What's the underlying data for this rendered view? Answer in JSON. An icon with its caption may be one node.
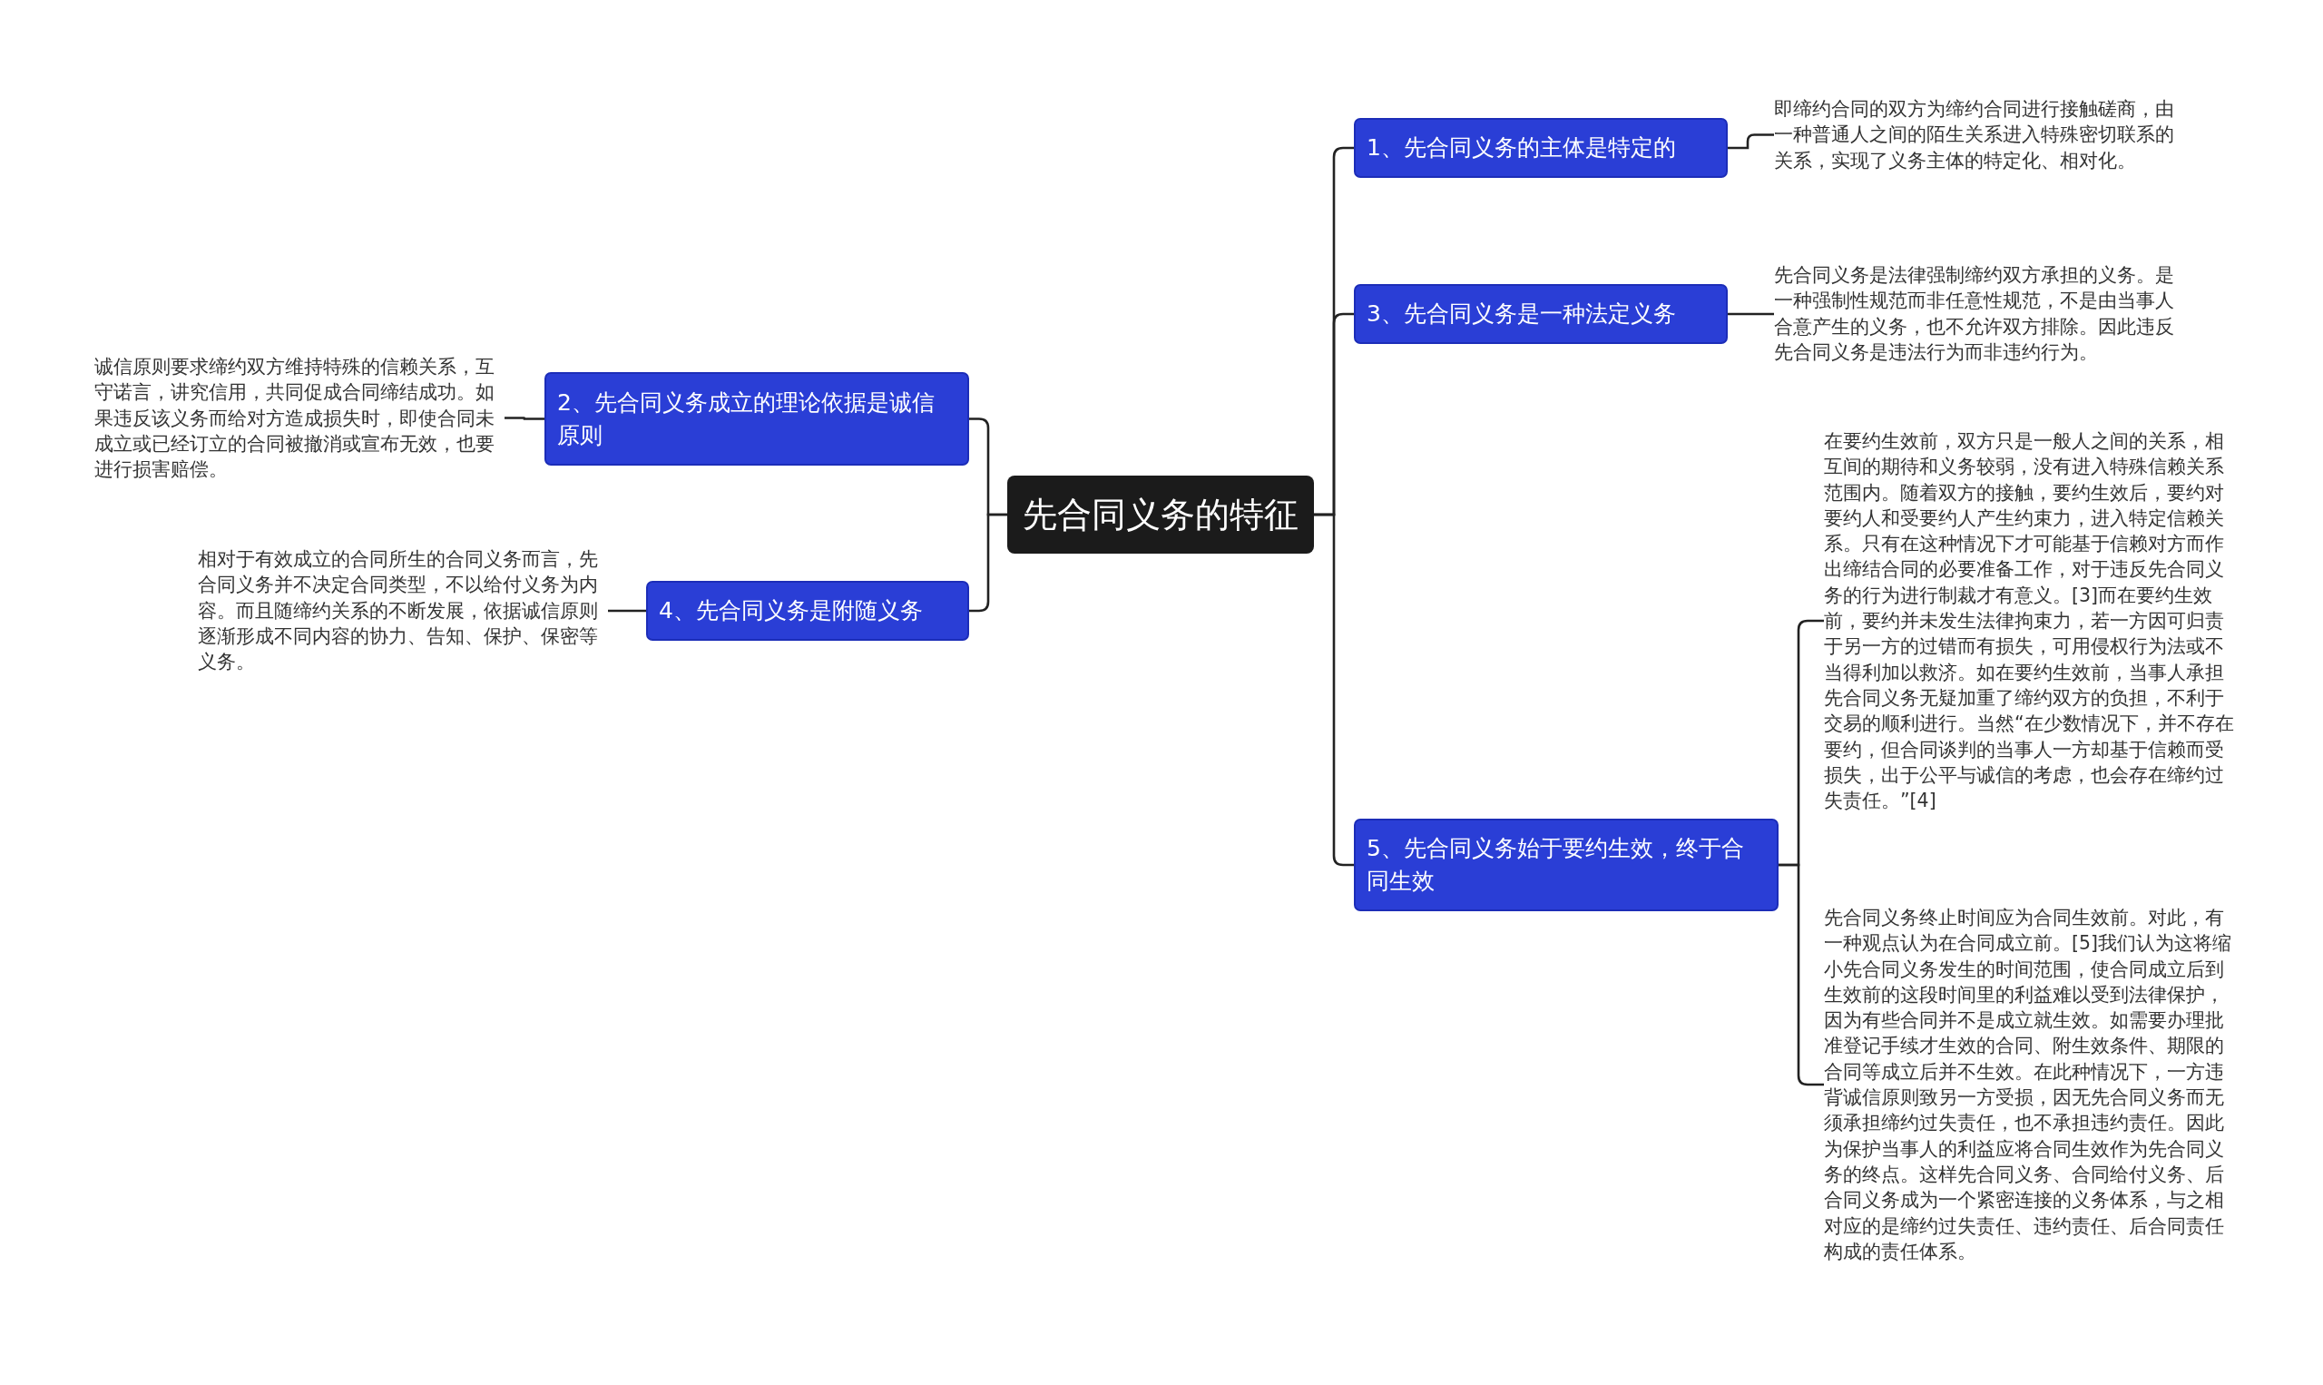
{
  "diagram": {
    "nodes": [
      {
        "text": [
          "先合同义务的特征"
        ]
      },
      {
        "text": [
          "1、先合同义务的主体是特定的"
        ]
      },
      {
        "text": [
          "即缔约合同的双方为缔约合同进行接触磋商，由一种普通人之间的陌生关系进入特殊密切联系的关系，实现了义务主体的特定化、相对化。"
        ]
      },
      {
        "text": [
          "3、先合同义务是一种法定义务"
        ]
      },
      {
        "text": [
          "先合同义务是法律强制缔约双方承担的义务。是一种强制性规范而非任意性规范，不是由当事人合意产生的义务，也不允许双方排除。因此违反先合同义务是违法行为而非违约行为。"
        ]
      },
      {
        "text": [
          "5、先合同义务始于要约生效，终于合同生效"
        ]
      },
      {
        "text": [
          "在要约生效前，双方只是一般人之间的关系，相互间的期待和义务较弱，没有进入特殊信赖关系范围内。随着双方的接触，要约生效后，要约对要约人和受要约人产生约束力，进入特定信赖关系。只有在这种情况下才可能基于信赖对方而作出缔结合同的必要准备工作，对于违反先合同义务的行为进行制裁才有意义。[3]而在要约生效前，要约并未发生法律拘束力，若一方因可归责于另一方的过错而有损失，可用侵权行为法或不当得利加以救济。如在要约生效前，当事人承担先合同义务无疑加重了缔约双方的负担，不利于交易的顺利进行。当然“在少数情况下，并不存在要约，但合同谈判的当事人一方却基于信赖而受损失，出于公平与诚信的考虑，也会存在缔约过失责任。”[4]"
        ]
      },
      {
        "text": [
          "先合同义务终止时间应为合同生效前。对此，有一种观点认为在合同成立前。[5]我们认为这将缩小先合同义务发生的时间范围，使合同成立后到生效前的这段时间里的利益难以受到法律保护，因为有些合同并不是成立就生效。如需要办理批准登记手续才生效的合同、附生效条件、期限的合同等成立后并不生效。在此种情况下，一方违背诚信原则致另一方受损，因无先合同义务而无须承担缔约过失责任，也不承担违约责任。因此为保护当事人的利益应将合同生效作为先合同义务的终点。这样先合同义务、合同给付义务、后合同义务成为一个紧密连接的义务体系，与之相对应的是缔约过失责任、违约责任、后合同责任构成的责任体系。"
        ]
      },
      {
        "text": [
          "2、先合同义务成立的理论依据是诚信原则"
        ]
      },
      {
        "text": [
          "诚信原则要求缔约双方维持特殊的信赖关系，互守诺言，讲究信用，共同促成合同缔结成功。如果违反该义务而给对方造成损失时，即使合同未成立或已经订立的合同被撤消或宣布无效，也要进行损害赔偿。"
        ]
      },
      {
        "text": [
          "4、先合同义务是附随义务"
        ]
      },
      {
        "text": [
          "相对于有效成立的合同所生的合同义务而言，先合同义务并不决定合同类型，不以给付义务为内容。而且随缔约关系的不断发展，依据诚信原则逐渐形成不同内容的协力、告知、保护、保密等义务。"
        ]
      }
    ],
    "edges": [
      {
        "from": 0,
        "to": 1,
        "arrow": "none"
      },
      {
        "from": 0,
        "to": 3,
        "arrow": "none"
      },
      {
        "from": 0,
        "to": 5,
        "arrow": "none"
      },
      {
        "from": 0,
        "to": 8,
        "arrow": "none"
      },
      {
        "from": 0,
        "to": 10,
        "arrow": "none"
      },
      {
        "from": 1,
        "to": 2,
        "arrow": "none"
      },
      {
        "from": 3,
        "to": 4,
        "arrow": "none"
      },
      {
        "from": 5,
        "to": 6,
        "arrow": "none"
      },
      {
        "from": 5,
        "to": 7,
        "arrow": "none"
      },
      {
        "from": 8,
        "to": 9,
        "arrow": "none"
      },
      {
        "from": 10,
        "to": 11,
        "arrow": "none"
      }
    ]
  }
}
